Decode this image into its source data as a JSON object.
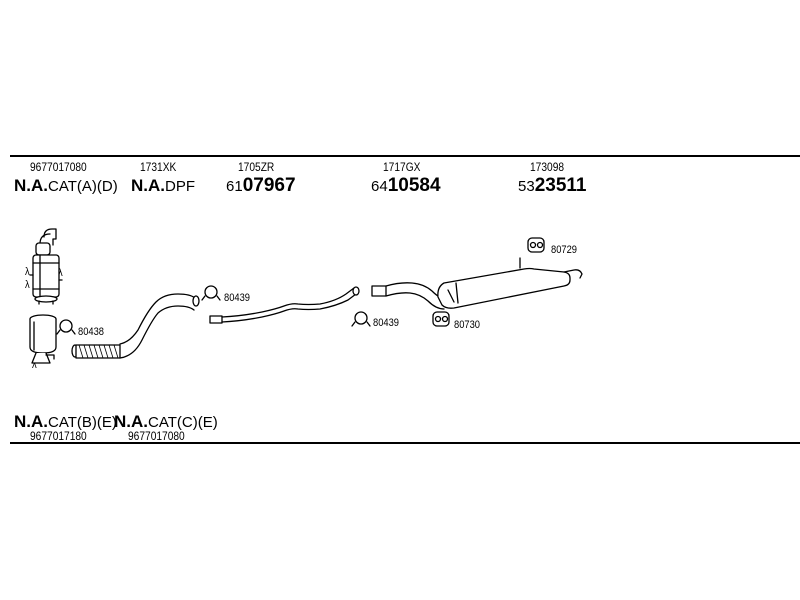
{
  "top_row": {
    "items": [
      {
        "ref": "9677017080",
        "label_bold": "N.A.",
        "label_rest": "CAT(A)(D)"
      },
      {
        "ref": "1731XK",
        "label_bold": "N.A.",
        "label_rest": "DPF"
      },
      {
        "ref": "1705ZR",
        "code_prefix": "61",
        "code_bold": "07967"
      },
      {
        "ref": "1717GX",
        "code_prefix": "64",
        "code_bold": "10584"
      },
      {
        "ref": "173098",
        "code_prefix": "53",
        "code_bold": "23511"
      }
    ]
  },
  "bottom_row": {
    "items": [
      {
        "label_bold": "N.A.",
        "label_rest": "CAT(B)(E)",
        "ref": "9677017180"
      },
      {
        "label_bold": "N.A.",
        "label_rest": "CAT(C)(E)",
        "ref": "9677017080"
      }
    ]
  },
  "callouts": {
    "c80438": "80438",
    "c80439a": "80439",
    "c80439b": "80439",
    "c80729": "80729",
    "c80730": "80730"
  },
  "sensor_symbol": "λ"
}
